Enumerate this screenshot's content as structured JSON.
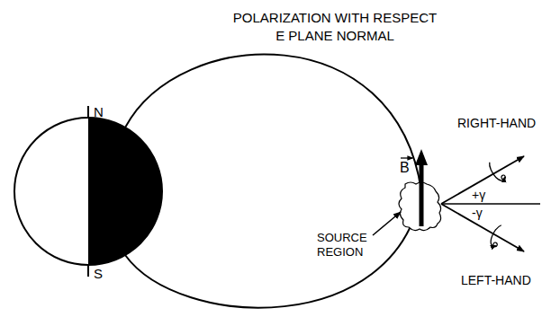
{
  "diagram": {
    "title": "POLARIZATION WITH RESPECT E PLANE NORMAL",
    "labels": [
      "N",
      "S",
      "B",
      "SOURCE REGION",
      "RIGHT-HAND",
      "+γ",
      "-γ",
      "LEFT-HAND"
    ]
  }
}
